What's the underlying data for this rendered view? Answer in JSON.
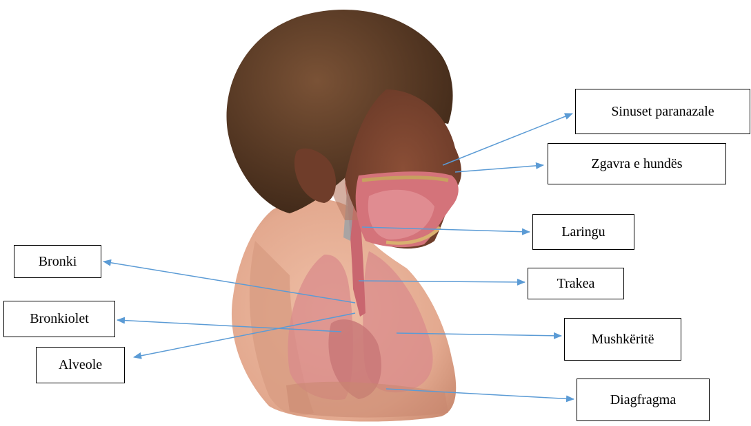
{
  "labels": {
    "sinuset_paranazale": "Sinuset paranazale",
    "zgavra_e_hundes": "Zgavra e hundës",
    "laringu": "Laringu",
    "trakea": "Trakea",
    "mushkerite": "Mushkëritë",
    "diagfragma": "Diagfragma",
    "bronki": "Bronki",
    "bronkiolet": "Bronkiolet",
    "alveole": "Alveole"
  },
  "colors": {
    "arrow": "#5b9bd5",
    "skin": "#e2a88f",
    "hair": "#5a3a26",
    "lung": "#d98b8b",
    "airway": "#c9666f",
    "label_border": "#000000"
  }
}
